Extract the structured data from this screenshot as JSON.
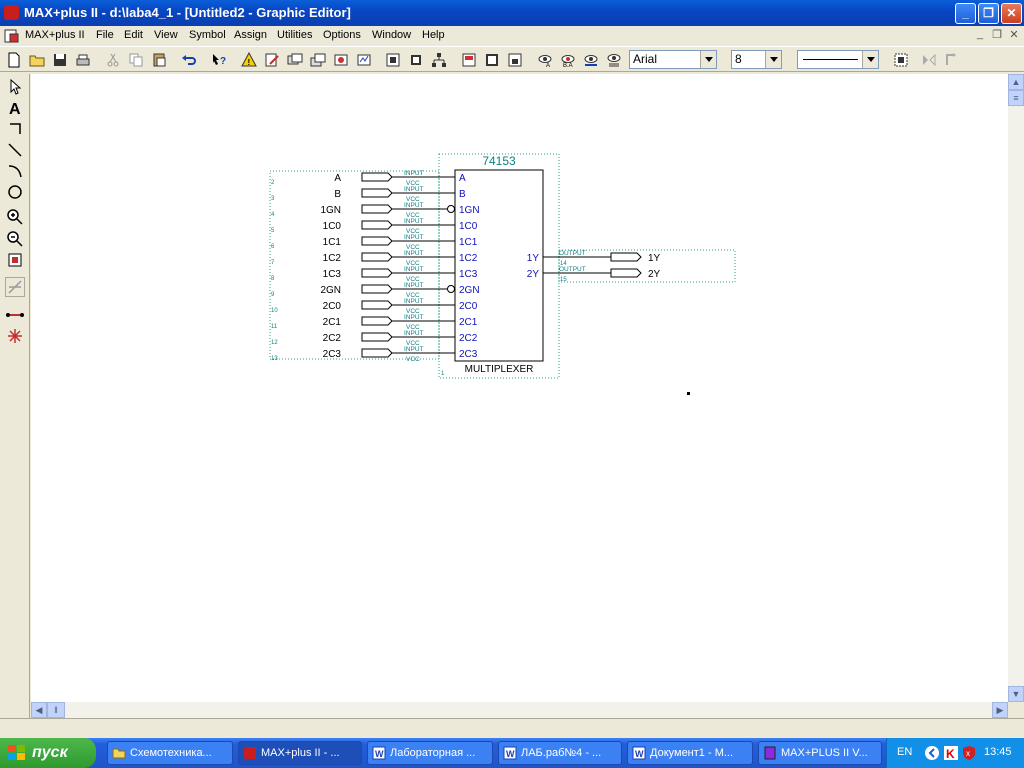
{
  "window": {
    "title": "MAX+plus II - d:\\laba4_1 - [Untitled2 - Graphic Editor]",
    "minimize": "_",
    "maximize": "❐",
    "close": "✕"
  },
  "menubar": {
    "items": [
      "MAX+plus II",
      "File",
      "Edit",
      "View",
      "Symbol",
      "Assign",
      "Utilities",
      "Options",
      "Window",
      "Help"
    ]
  },
  "toolbar": {
    "font_name": "Arial",
    "font_size": "8"
  },
  "schematic": {
    "symbol": {
      "part": "74153",
      "description": "MULTIPLEXER",
      "input_ports": [
        "A",
        "B",
        "1GN",
        "1C0",
        "1C1",
        "1C2",
        "1C3",
        "2GN",
        "2C0",
        "2C1",
        "2C2",
        "2C3"
      ],
      "output_ports": [
        "1Y",
        "2Y"
      ],
      "instance_number": "1"
    },
    "inputs": [
      {
        "name": "A",
        "pin": "2"
      },
      {
        "name": "B",
        "pin": "3"
      },
      {
        "name": "1GN",
        "pin": "4"
      },
      {
        "name": "1C0",
        "pin": "5"
      },
      {
        "name": "1C1",
        "pin": "6"
      },
      {
        "name": "1C2",
        "pin": "7"
      },
      {
        "name": "1C3",
        "pin": "8"
      },
      {
        "name": "2GN",
        "pin": "9"
      },
      {
        "name": "2C0",
        "pin": "10"
      },
      {
        "name": "2C1",
        "pin": "11"
      },
      {
        "name": "2C2",
        "pin": "12"
      },
      {
        "name": "2C3",
        "pin": "13"
      }
    ],
    "outputs": [
      {
        "name": "1Y",
        "pin": "14"
      },
      {
        "name": "2Y",
        "pin": "15"
      }
    ],
    "input_tag": "INPUT",
    "vcc_tag": "VCC",
    "output_tag": "OUTPUT"
  },
  "taskbar": {
    "start_label": "пуск",
    "tasks": [
      "Схемотехника...",
      "MAX+plus II - ...",
      "Лабораторная ...",
      "ЛАБ.раб№4 - ...",
      "Документ1 - М...",
      "MAX+PLUS II V..."
    ],
    "language": "EN",
    "clock": "13:45"
  },
  "colors": {
    "schematic_blue": "#1010c0",
    "schematic_teal": "#108080",
    "title_blue": "#0846c4",
    "start_green": "#2f9a2d"
  }
}
